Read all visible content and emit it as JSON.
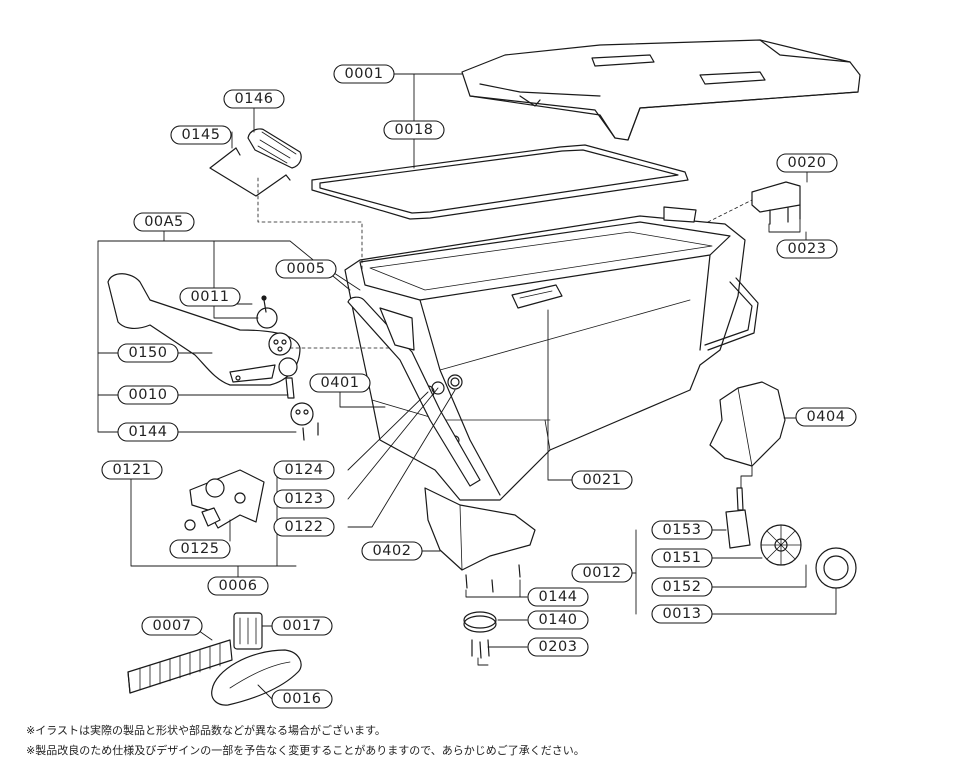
{
  "labels": {
    "p0001": "0001",
    "p0018": "0018",
    "p0146": "0146",
    "p0145": "0145",
    "p00A5": "00A5",
    "p0005": "0005",
    "p0011": "0011",
    "p0150": "0150",
    "p0010": "0010",
    "p0144a": "0144",
    "p0401": "0401",
    "p0124": "0124",
    "p0123": "0123",
    "p0122": "0122",
    "p0121": "0121",
    "p0125": "0125",
    "p0006": "0006",
    "p0402": "0402",
    "p0144b": "0144",
    "p0140": "0140",
    "p0203": "0203",
    "p0007": "0007",
    "p0017": "0017",
    "p0016": "0016",
    "p0020": "0020",
    "p0023": "0023",
    "p0021": "0021",
    "p0404": "0404",
    "p0153": "0153",
    "p0151": "0151",
    "p0012": "0012",
    "p0152": "0152",
    "p0013": "0013"
  },
  "notes": {
    "line1": "※イラストは実際の製品と形状や部品数などが異なる場合がございます。",
    "line2": "※製品改良のため仕様及びデザインの一部を予告なく変更することがありますので、あらかじめご了承ください。"
  }
}
